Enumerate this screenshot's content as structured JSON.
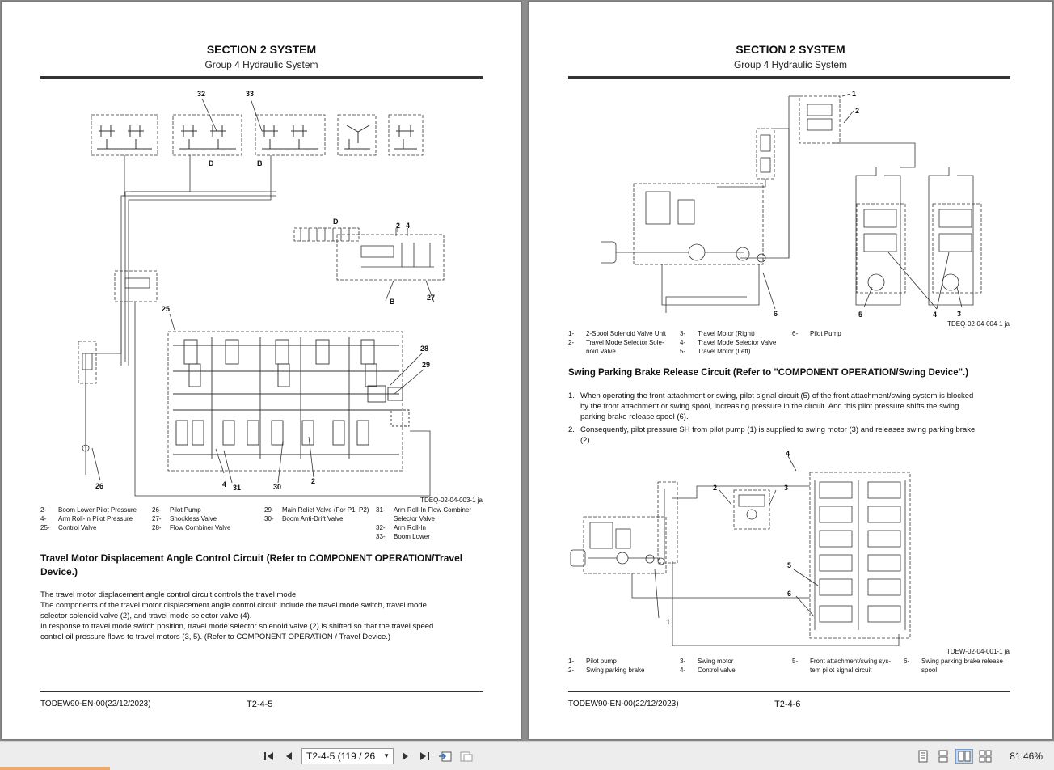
{
  "left": {
    "section_title": "SECTION 2 SYSTEM",
    "group_title": "Group 4 Hydraulic System",
    "figure_id": "TDEQ-02-04-003-1 ja",
    "callouts": [
      "32",
      "33",
      "D",
      "B",
      "D",
      "2",
      "4",
      "B",
      "27",
      "25",
      "28",
      "29",
      "26",
      "4",
      "31",
      "30",
      "2"
    ],
    "legend_col1": [
      {
        "n": "2-",
        "t": "Boom Lower Pilot Pressure"
      },
      {
        "n": "4-",
        "t": "Arm Roll-In Pilot Pressure"
      },
      {
        "n": "25-",
        "t": "Control Valve"
      }
    ],
    "legend_col2": [
      {
        "n": "26-",
        "t": "Pilot Pump"
      },
      {
        "n": "27-",
        "t": "Shockless Valve"
      },
      {
        "n": "28-",
        "t": "Flow Combiner Valve"
      }
    ],
    "legend_col3": [
      {
        "n": "29-",
        "t": "Main Relief Valve (For P1, P2)"
      },
      {
        "n": "30-",
        "t": "Boom Anti-Drift Valve"
      }
    ],
    "legend_col4": [
      {
        "n": "31-",
        "t": "Arm Roll-In Flow Combiner"
      },
      {
        "n": "",
        "t": "Selector Valve"
      },
      {
        "n": "32-",
        "t": "Arm Roll-In"
      },
      {
        "n": "33-",
        "t": "Boom Lower"
      }
    ],
    "heading_line1": "Travel Motor Displacement Angle Control Circuit (Refer to COMPONENT OPERATION/Travel",
    "heading_line2": "Device.)",
    "para_lines": [
      "The travel motor displacement angle control circuit controls the travel mode.",
      "The components of the travel motor displacement angle control circuit include the travel mode switch, travel mode",
      "selector solenoid valve (2), and travel mode selector valve (4).",
      "In response to travel mode switch position, travel mode selector solenoid valve (2) is shifted so that the travel speed",
      "control oil pressure flows to travel motors (3, 5). (Refer to COMPONENT OPERATION / Travel Device.)"
    ],
    "footer_doc": "TODEW90-EN-00(22/12/2023)",
    "footer_page": "T2-4-5"
  },
  "right": {
    "section_title": "SECTION 2 SYSTEM",
    "group_title": "Group 4 Hydraulic System",
    "figure1_id": "TDEQ-02-04-004-1 ja",
    "figure1_callouts": [
      "1",
      "2",
      "6",
      "5",
      "4",
      "3"
    ],
    "legend1_col1": [
      {
        "n": "1-",
        "t": "2-Spool Solenoid Valve Unit"
      },
      {
        "n": "2-",
        "t": "Travel Mode Selector Sole-"
      },
      {
        "n": "",
        "t": "noid Valve"
      }
    ],
    "legend1_col2": [
      {
        "n": "3-",
        "t": "Travel Motor (Right)"
      },
      {
        "n": "4-",
        "t": "Travel Mode Selector Valve"
      },
      {
        "n": "5-",
        "t": "Travel Motor (Left)"
      }
    ],
    "legend1_col3": [
      {
        "n": "6-",
        "t": "Pilot Pump"
      }
    ],
    "heading": "Swing Parking Brake Release Circuit (Refer to \"COMPONENT OPERATION/Swing Device\".)",
    "item1_n": "1.",
    "item1_lines": [
      "When operating the front attachment or swing, pilot signal circuit (5) of the front attachment/swing system is blocked",
      "by the front attachment or swing spool, increasing pressure in the circuit. And this pilot pressure shifts the swing",
      "parking brake release spool (6)."
    ],
    "item2_n": "2.",
    "item2_lines": [
      "Consequently, pilot pressure SH from pilot pump (1) is supplied to swing motor (3) and releases swing parking brake",
      "(2)."
    ],
    "figure2_id": "TDEW-02-04-001-1 ja",
    "figure2_callouts": [
      "4",
      "2",
      "3",
      "5",
      "6",
      "1"
    ],
    "legend2_col1": [
      {
        "n": "1-",
        "t": "Pilot pump"
      },
      {
        "n": "2-",
        "t": "Swing parking brake"
      }
    ],
    "legend2_col2": [
      {
        "n": "3-",
        "t": "Swing motor"
      },
      {
        "n": "4-",
        "t": "Control valve"
      }
    ],
    "legend2_col3": [
      {
        "n": "5-",
        "t": "Front attachment/swing sys-"
      },
      {
        "n": "",
        "t": "tem pilot signal circuit"
      }
    ],
    "legend2_col4": [
      {
        "n": "6-",
        "t": "Swing parking brake release"
      },
      {
        "n": "",
        "t": "spool"
      }
    ],
    "footer_doc": "TODEW90-EN-00(22/12/2023)",
    "footer_page": "T2-4-6"
  },
  "toolbar": {
    "page_display": "T2-4-5 (119 / 26",
    "zoom": "81.46%",
    "icons": [
      "first-page-icon",
      "prev-page-icon",
      "next-page-icon",
      "last-page-icon",
      "back-view-icon",
      "forward-view-icon",
      "single-page-icon",
      "continuous-icon",
      "two-page-icon",
      "two-page-continuous-icon"
    ]
  }
}
